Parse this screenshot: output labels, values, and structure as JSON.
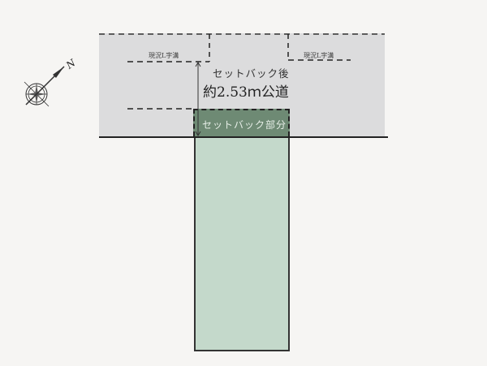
{
  "diagram": {
    "type": "site-plan",
    "road": {
      "label_line1": "セットバック後",
      "label_line2": "約2.53ｍ公道",
      "fill_color": "#dcdcdd"
    },
    "gutters": [
      {
        "label": "現況L字溝",
        "side": "left"
      },
      {
        "label": "現況L字溝",
        "side": "right"
      }
    ],
    "setback": {
      "label": "セットバック部分",
      "fill_color": "#6e8a74"
    },
    "lot": {
      "fill_color": "#c4d9cb"
    },
    "compass": {
      "label": "N",
      "icon": "compass-rose-icon"
    }
  }
}
